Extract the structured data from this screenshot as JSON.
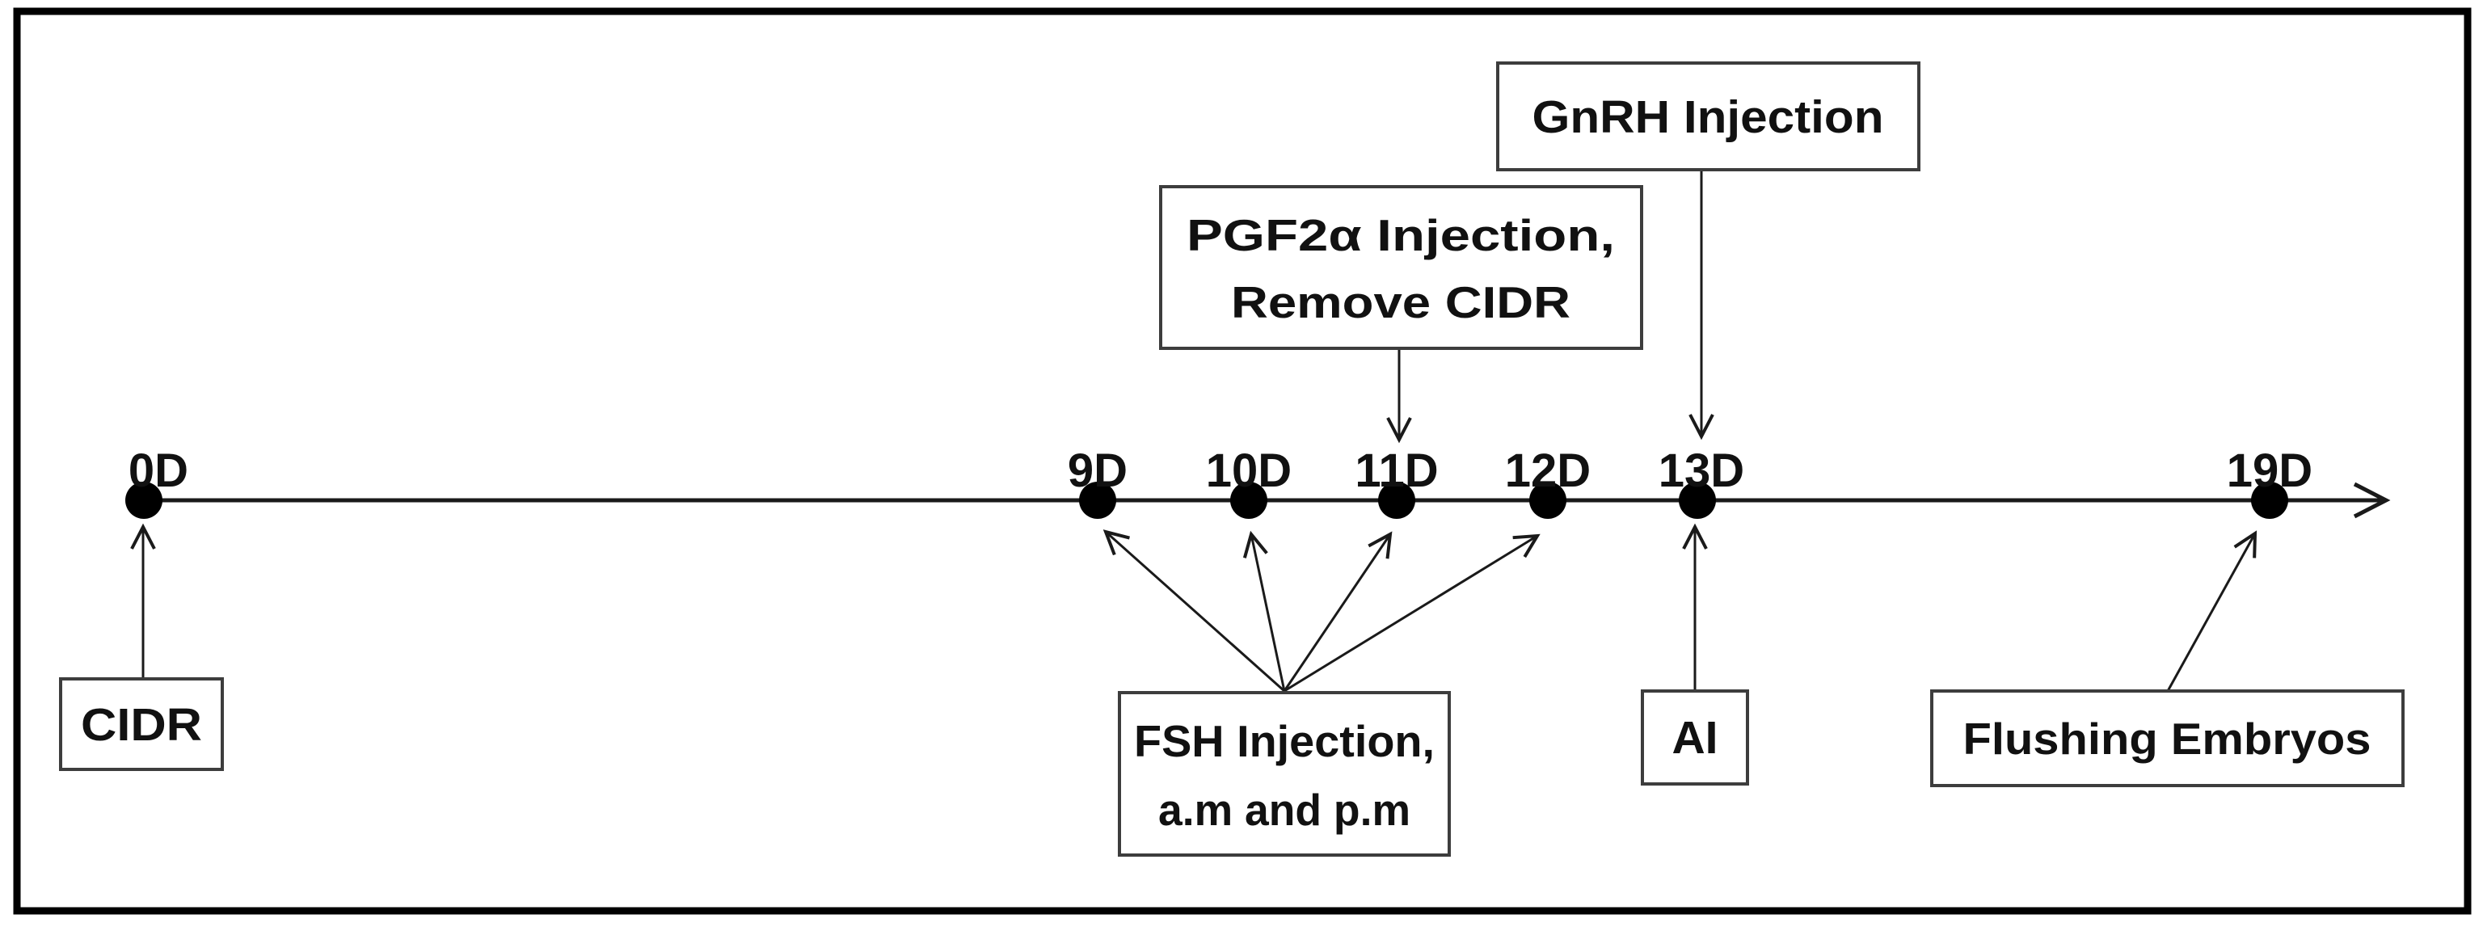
{
  "diagram": {
    "description": "Timeline of hormonal treatment protocol for embryo flushing",
    "colors": {
      "background": "#ffffff",
      "frame": "#000000",
      "line": "#1a1a1a",
      "box_border": "#3d3d3d",
      "dot": "#000000",
      "text": "#111111"
    },
    "timeline": {
      "points": [
        {
          "label": "0D"
        },
        {
          "label": "9D"
        },
        {
          "label": "10D"
        },
        {
          "label": "11D"
        },
        {
          "label": "12D"
        },
        {
          "label": "13D"
        },
        {
          "label": "19D"
        }
      ]
    },
    "annotations": {
      "cidr": {
        "label": "CIDR",
        "target_day": "0D"
      },
      "fsh": {
        "line1": "FSH Injection,",
        "line2": "a.m and p.m",
        "target_days": [
          "9D",
          "10D",
          "11D",
          "12D"
        ]
      },
      "pgf2a": {
        "line1": "PGF2α Injection,",
        "line2": "Remove CIDR",
        "target_day": "11D"
      },
      "gnrh": {
        "label": "GnRH Injection",
        "target_day": "13D"
      },
      "ai": {
        "label": "AI",
        "target_day": "13D"
      },
      "flushing": {
        "label": "Flushing Embryos",
        "target_day": "19D"
      }
    }
  }
}
